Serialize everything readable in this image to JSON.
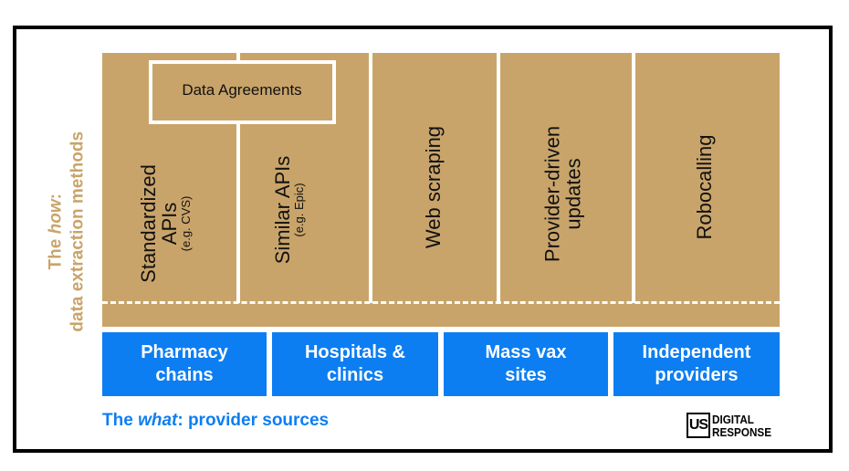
{
  "side_label": {
    "line1_prefix": "The ",
    "line1_em": "how",
    "line1_suffix": ":",
    "line2": "data extraction methods"
  },
  "data_agreements": "Data Agreements",
  "methods": [
    {
      "main": "Standardized",
      "main2": "APIs",
      "sub": "(e.g. CVS)"
    },
    {
      "main": "Similar APIs",
      "sub": "(e.g. Epic)"
    },
    {
      "main": "Web scraping"
    },
    {
      "main": "Provider-driven",
      "main2": "updates"
    },
    {
      "main": "Robocalling"
    }
  ],
  "sources": [
    {
      "line1": "Pharmacy",
      "line2": "chains"
    },
    {
      "line1": "Hospitals &",
      "line2": "clinics"
    },
    {
      "line1": "Mass vax",
      "line2": "sites"
    },
    {
      "line1": "Independent",
      "line2": "providers"
    }
  ],
  "what_label": {
    "prefix": "The ",
    "em": "what",
    "suffix": ": provider sources"
  },
  "logo": {
    "mark": "US",
    "line1": "DIGITAL",
    "line2": "RESPONSE"
  },
  "colors": {
    "tan": "#c9a46a",
    "blue": "#0d7ef2"
  }
}
